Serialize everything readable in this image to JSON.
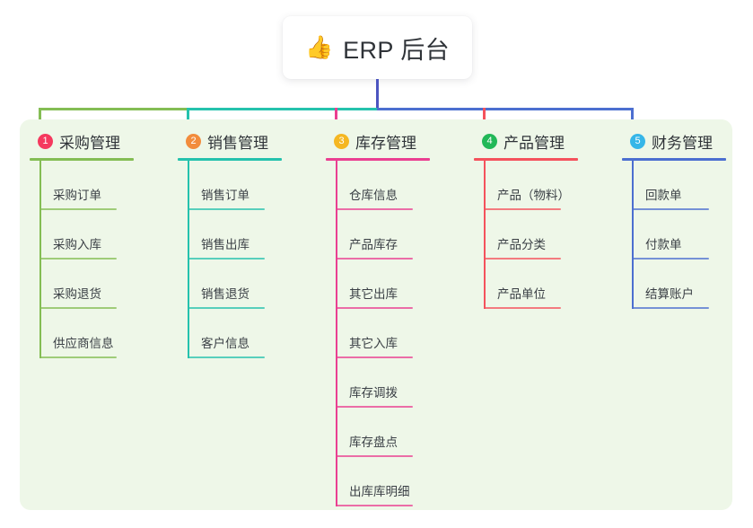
{
  "root": {
    "icon": "thumbs-up-emoji",
    "emoji": "👍",
    "title": "ERP 后台"
  },
  "theme": {
    "panel_bg": "#eef7e8",
    "page_bg": "#ffffff",
    "stem_color": "#4c55c0",
    "text_color": "#2f3338"
  },
  "diagram": {
    "type": "mind-map",
    "columns": [
      {
        "index": "1",
        "badge_label": "1",
        "badge_color": "#f5395e",
        "line_color": "#84bd54",
        "title": "采购管理",
        "items": [
          "采购订单",
          "采购入库",
          "采购退货",
          "供应商信息"
        ]
      },
      {
        "index": "2",
        "badge_label": "2",
        "badge_color": "#f28c3c",
        "line_color": "#25c2ad",
        "title": "销售管理",
        "items": [
          "销售订单",
          "销售出库",
          "销售退货",
          "客户信息"
        ]
      },
      {
        "index": "3",
        "badge_label": "3",
        "badge_color": "#f5b722",
        "line_color": "#ea3f91",
        "title": "库存管理",
        "items": [
          "仓库信息",
          "产品库存",
          "其它出库",
          "其它入库",
          "库存调拨",
          "库存盘点",
          "出库库明细"
        ]
      },
      {
        "index": "4",
        "badge_label": "4",
        "badge_color": "#22b858",
        "line_color": "#f4525c",
        "title": "产品管理",
        "items": [
          "产品（物料）",
          "产品分类",
          "产品单位"
        ]
      },
      {
        "index": "5",
        "badge_label": "5",
        "badge_color": "#36b6e8",
        "line_color": "#4c6fd0",
        "title": "财务管理",
        "items": [
          "回款单",
          "付款单",
          "结算账户"
        ]
      }
    ]
  }
}
